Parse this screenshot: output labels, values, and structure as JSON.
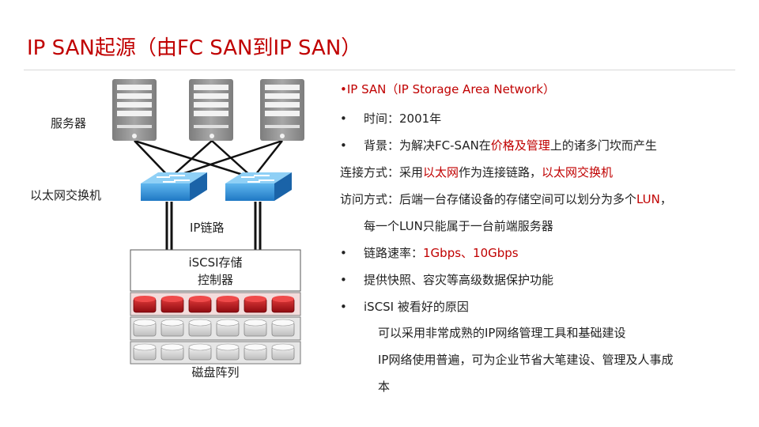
{
  "title": {
    "part1": "IP SAN",
    "part2": "起源（由FC SAN到IP SAN）"
  },
  "diagram": {
    "servers_label": "服务器",
    "switch_label": "以太网交换机",
    "link_label": "IP链路",
    "controller_label_line1": "iSCSI存储",
    "controller_label_line2": "控制器",
    "disk_label": "磁盘阵列"
  },
  "colors": {
    "accent": "#c00000",
    "server_gray": "#9a9a9a",
    "switch_blue": "#2e8fd6",
    "disk_red": "#c0101a"
  },
  "content": {
    "l1": "•IP SAN（IP Storage Area Network）",
    "l2_bullet": "•",
    "l2": "时间：2001年",
    "l3_bullet": "•",
    "l3_a": "背景：为解决FC-SAN在",
    "l3_b": "价格及管理",
    "l3_c": "上的诸多门坎而产生",
    "l4_a": "连接方式：采用",
    "l4_b": "以太网",
    "l4_c": "作为连接链路，",
    "l4_d": "以太网交换机",
    "l5_a": "访问方式：后端一台存储设备的存储空间可以划分为多个",
    "l5_b": "LUN",
    "l5_c": "，",
    "l6": "每一个LUN只能属于一台前端服务器",
    "l7_bullet": "•",
    "l7_a": "链路速率：",
    "l7_b": "1Gbps、10Gbps",
    "l8_bullet": "•",
    "l8": "提供快照、容灾等高级数据保护功能",
    "l9_bullet": "•",
    "l9": "iSCSI 被看好的原因",
    "l10": "可以采用非常成熟的IP网络管理工具和基础建设",
    "l11": "IP网络使用普遍，可为企业节省大笔建设、管理及人事成",
    "l12": "本"
  }
}
